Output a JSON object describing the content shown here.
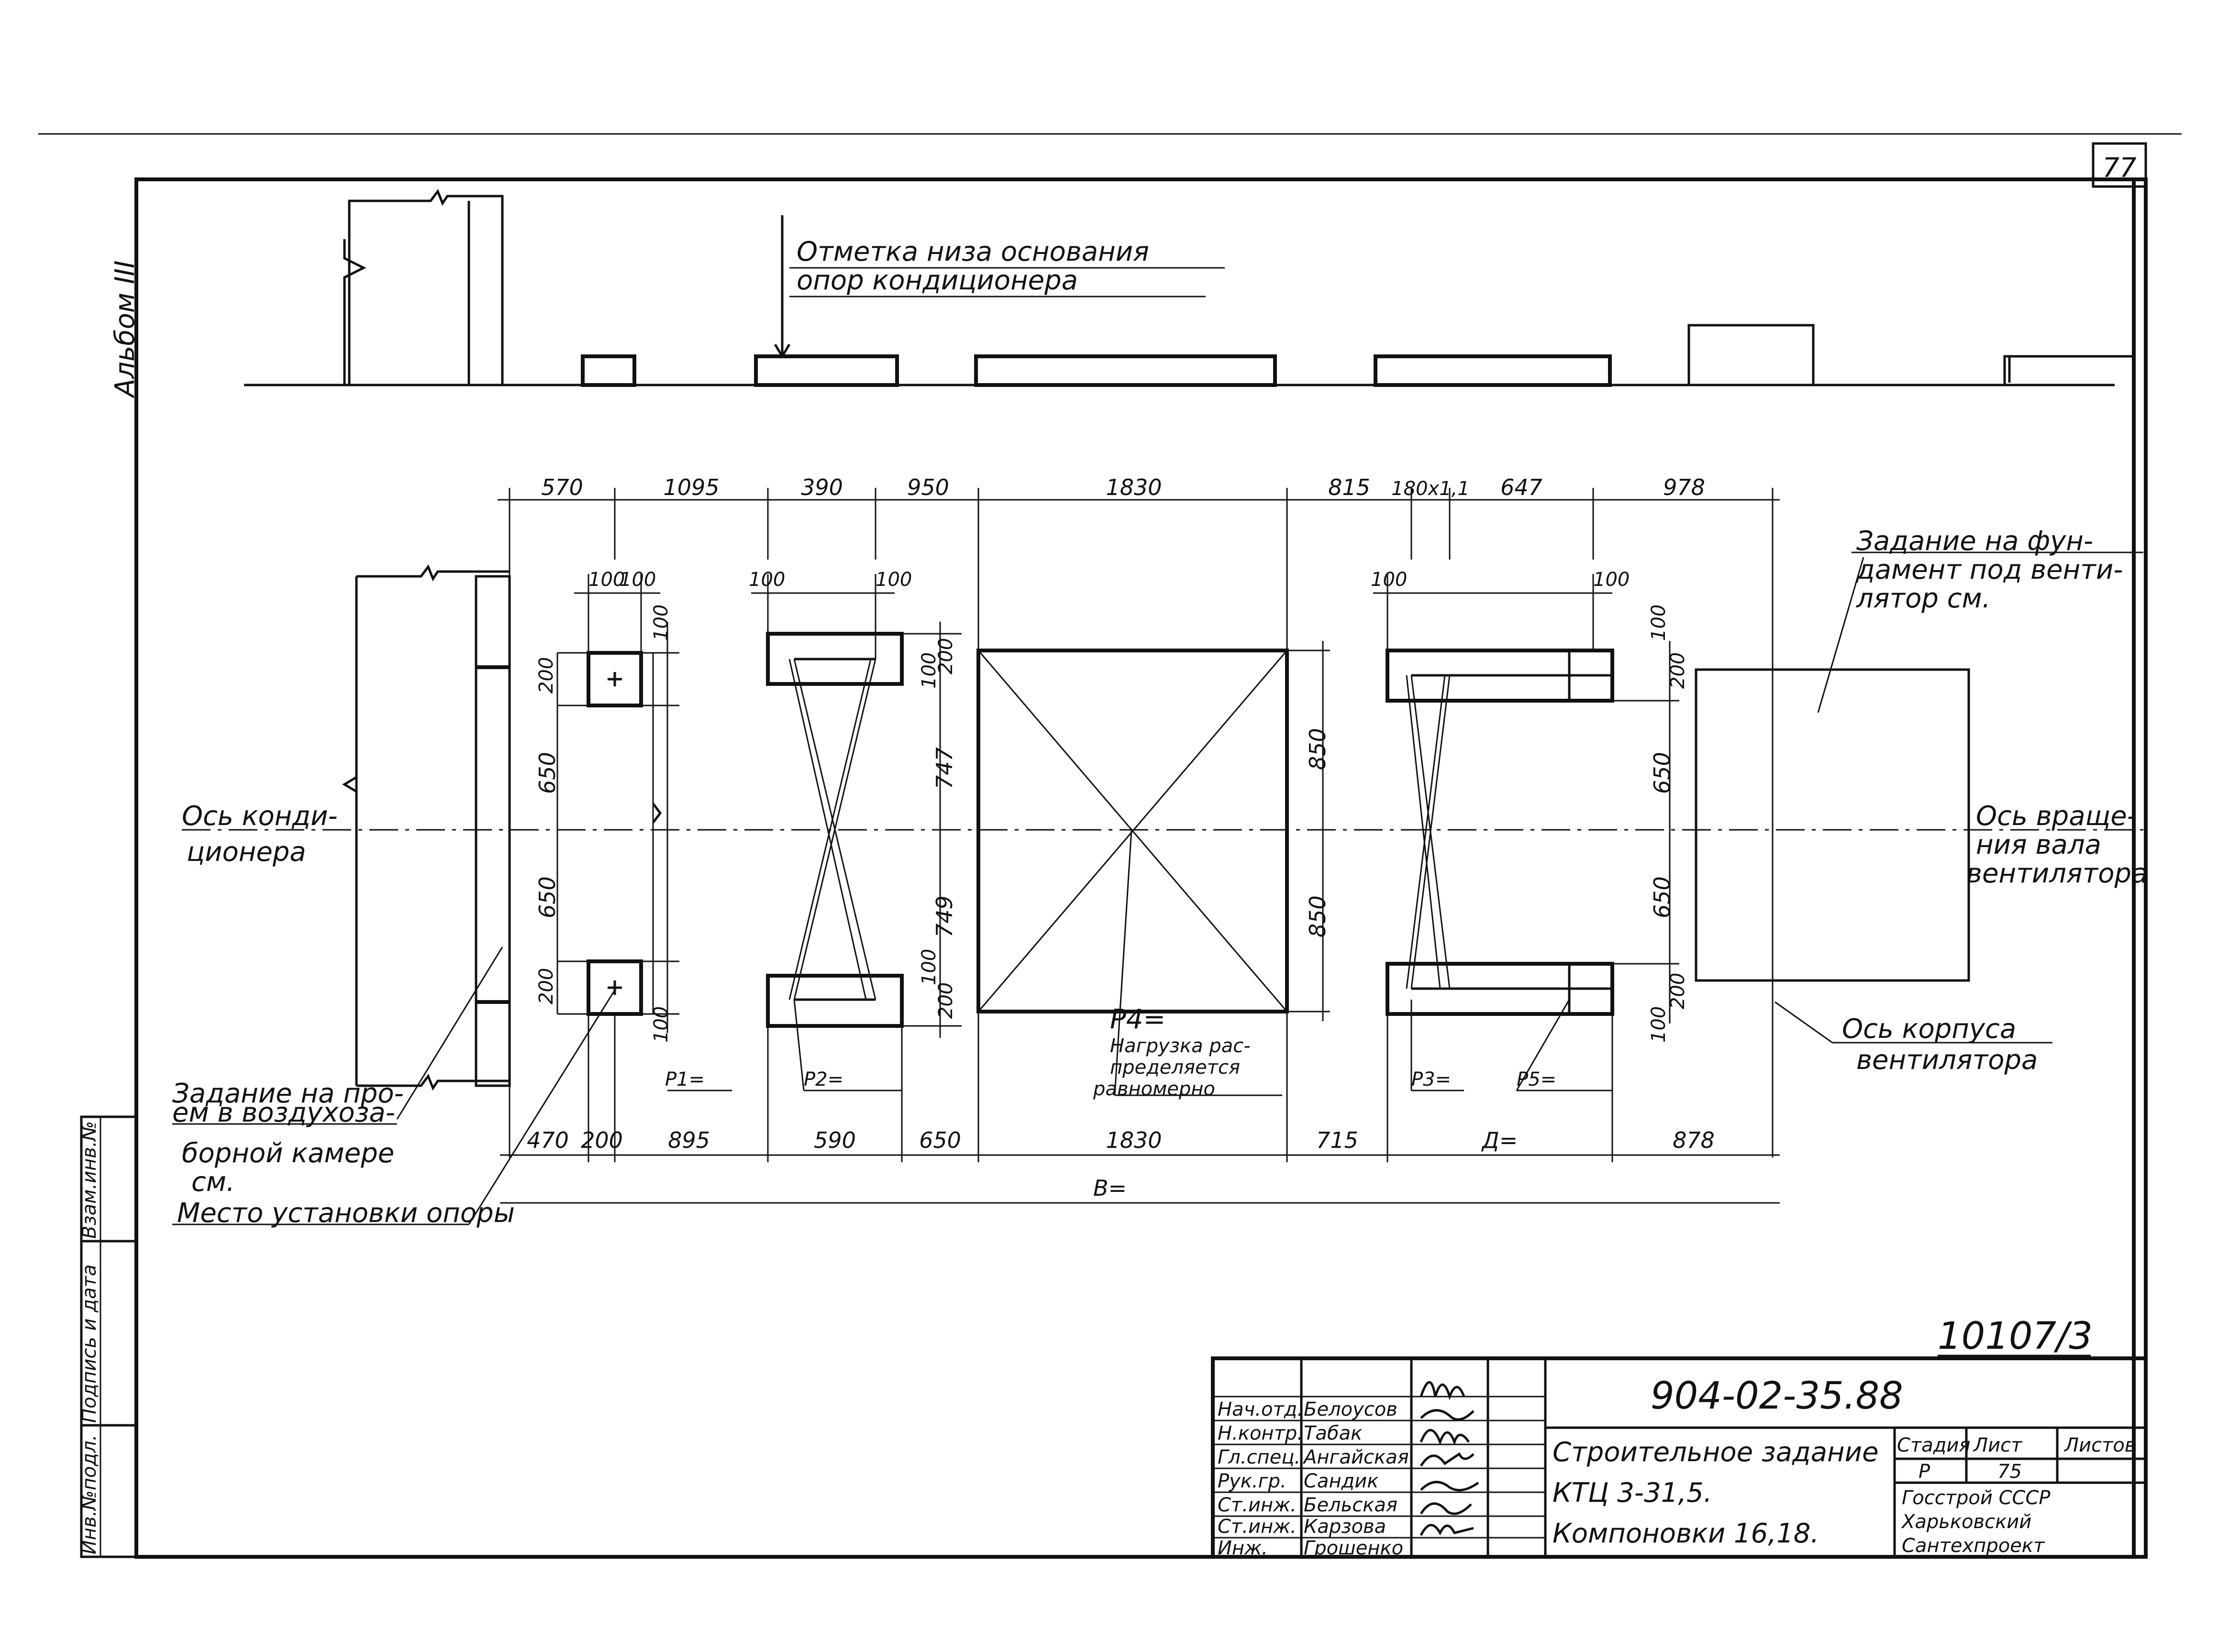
{
  "sheet": {
    "sheet_number_corner": "77",
    "album": "Альбом III",
    "order_number": "10107/3",
    "doc_code": "904-02-35.88"
  },
  "notes": {
    "elevation_line1": "Отметка низа основания",
    "elevation_line2": "опор кондиционера",
    "fan_task_line1": "Задание на фун-",
    "fan_task_line2": "дамент под венти-",
    "fan_task_line3": "лятор см.",
    "conditioner_axis_1": "Ось конди-",
    "conditioner_axis_2": "ционера",
    "rotation_axis_1": "Ось враще-",
    "rotation_axis_2": "ния вала",
    "rotation_axis_3": "вентилятора",
    "fan_body_axis_1": "Ось корпуса",
    "fan_body_axis_2": "вентилятора",
    "opening_task_1": "Задание на про-",
    "opening_task_2": "ем в воздухоза-",
    "opening_task_3": "борной камере",
    "opening_task_4": "см.",
    "support_place": "Место установки опоры",
    "p4_1": "P4=",
    "p4_2": "Нагрузка рас-",
    "p4_3": "пределяется",
    "p4_4": "равномерно",
    "p1": "P1=",
    "p2": "P2=",
    "p3": "P3=",
    "p5": "P5=",
    "d_eq": "Д=",
    "b_eq": "В="
  },
  "dims_top": [
    "570",
    "1095",
    "390",
    "950",
    "1830",
    "815",
    "180x1,1",
    "647",
    "978"
  ],
  "dims_bottom": [
    "470",
    "200",
    "895",
    "590",
    "650",
    "1830",
    "715",
    "878"
  ],
  "dims_small": {
    "a": "100",
    "b": "100",
    "c": "100",
    "d": "100",
    "e": "100",
    "f": "100",
    "g": "100",
    "h": "100",
    "i": "100",
    "j": "100",
    "k": "100",
    "l": "100",
    "m": "200",
    "n": "200",
    "o": "200",
    "p": "200",
    "q": "200",
    "r": "200",
    "s": "650",
    "t": "650",
    "u": "747",
    "v": "749",
    "w": "850",
    "x": "850",
    "y": "650",
    "z": "650"
  },
  "side_column": {
    "c1": "Инв.№подл.",
    "c2": "Подпись и дата",
    "c3": "Взам.инв.№"
  },
  "title_block": {
    "roles": [
      "Нач.отд.",
      "Н.контр.",
      "Гл.спец.",
      "Рук.гр.",
      "Ст.инж.",
      "Ст.инж.",
      "Инж."
    ],
    "names": [
      "Белоусов",
      "Табак",
      "Ангайская",
      "Сандик",
      "Бельская",
      "Карзова",
      "Грошенко"
    ],
    "title_1": "Строительное задание",
    "title_2": "КТЦ 3-31,5.",
    "title_3": "Компоновки 16,18.",
    "stage_hdr": "Стадия",
    "sheet_hdr": "Лист",
    "sheets_hdr": "Листов",
    "stage_val": "Р",
    "sheet_val": "75",
    "org_1": "Госстрой СССР",
    "org_2": "Харьковский",
    "org_3": "Сантехпроект"
  }
}
